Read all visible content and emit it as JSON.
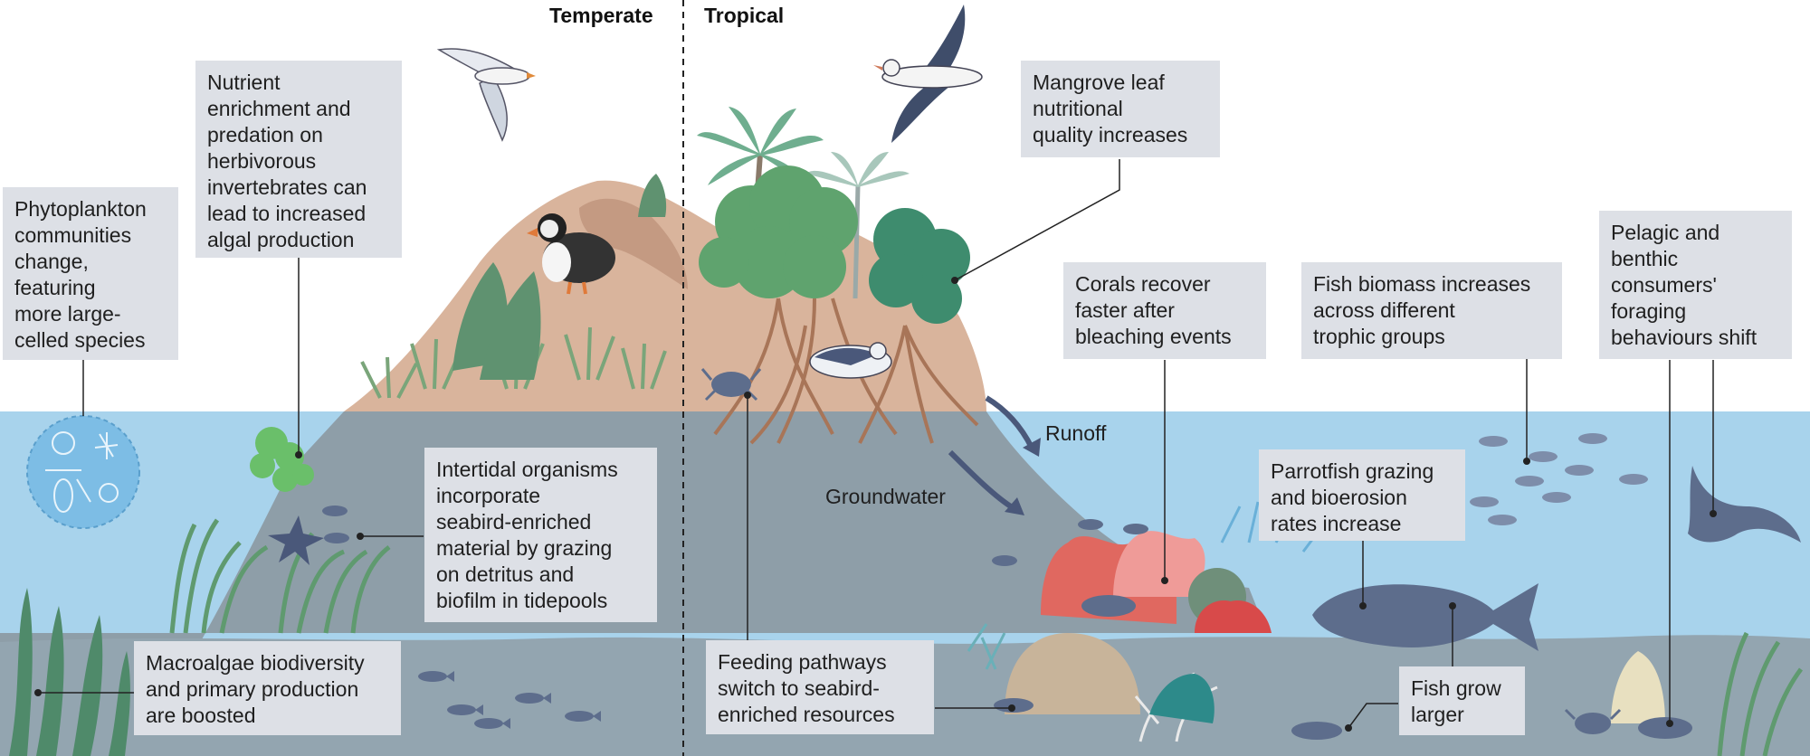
{
  "header": {
    "left": "Temperate",
    "right": "Tropical"
  },
  "labels": {
    "runoff": "Runoff",
    "groundwater": "Groundwater"
  },
  "callouts": {
    "phytoplankton": "Phytoplankton\ncommunities\nchange,\nfeaturing\nmore large-\ncelled species",
    "nutrient": "Nutrient\nenrichment and\npredation on\nherbivorous\ninvertebrates can\nlead to increased\nalgal production",
    "intertidal": "Intertidal organisms\nincorporate\nseabird-enriched\nmaterial by grazing\non detritus and\nbiofilm in tidepools",
    "macroalgae": "Macroalgae biodiversity\nand primary production\nare boosted",
    "feeding": "Feeding pathways\nswitch to seabird-\nenriched resources",
    "mangrove": "Mangrove leaf\nnutritional\nquality increases",
    "corals": "Corals recover\nfaster after\nbleaching events",
    "fish_biomass": "Fish biomass increases\nacross different\ntrophic groups",
    "pelagic": "Pelagic and\nbenthic\nconsumers'\nforaging\nbehaviours shift",
    "parrotfish": "Parrotfish grazing\nand bioerosion\nrates increase",
    "fish_grow": "Fish grow\nlarger"
  },
  "colors": {
    "water": "#a8d3ec",
    "seafloor": "#8fa3ae",
    "island_sand": "#d9b49c",
    "island_rock": "#8d9da7",
    "callout_bg": "#dde0e6",
    "fish": "#5d6d8c",
    "coral_red": "#e06860",
    "coral_pink": "#ef9b98",
    "mangrove_green": "#5fa36e",
    "grass_green": "#6aa37a"
  },
  "icons": [
    "seagull-icon",
    "puffin-icon",
    "albatross-icon",
    "palm-tree-icon",
    "mangrove-tree-icon",
    "crab-icon",
    "fish-icon",
    "manta-ray-icon",
    "coral-icon",
    "seastar-icon",
    "phytoplankton-icon"
  ]
}
